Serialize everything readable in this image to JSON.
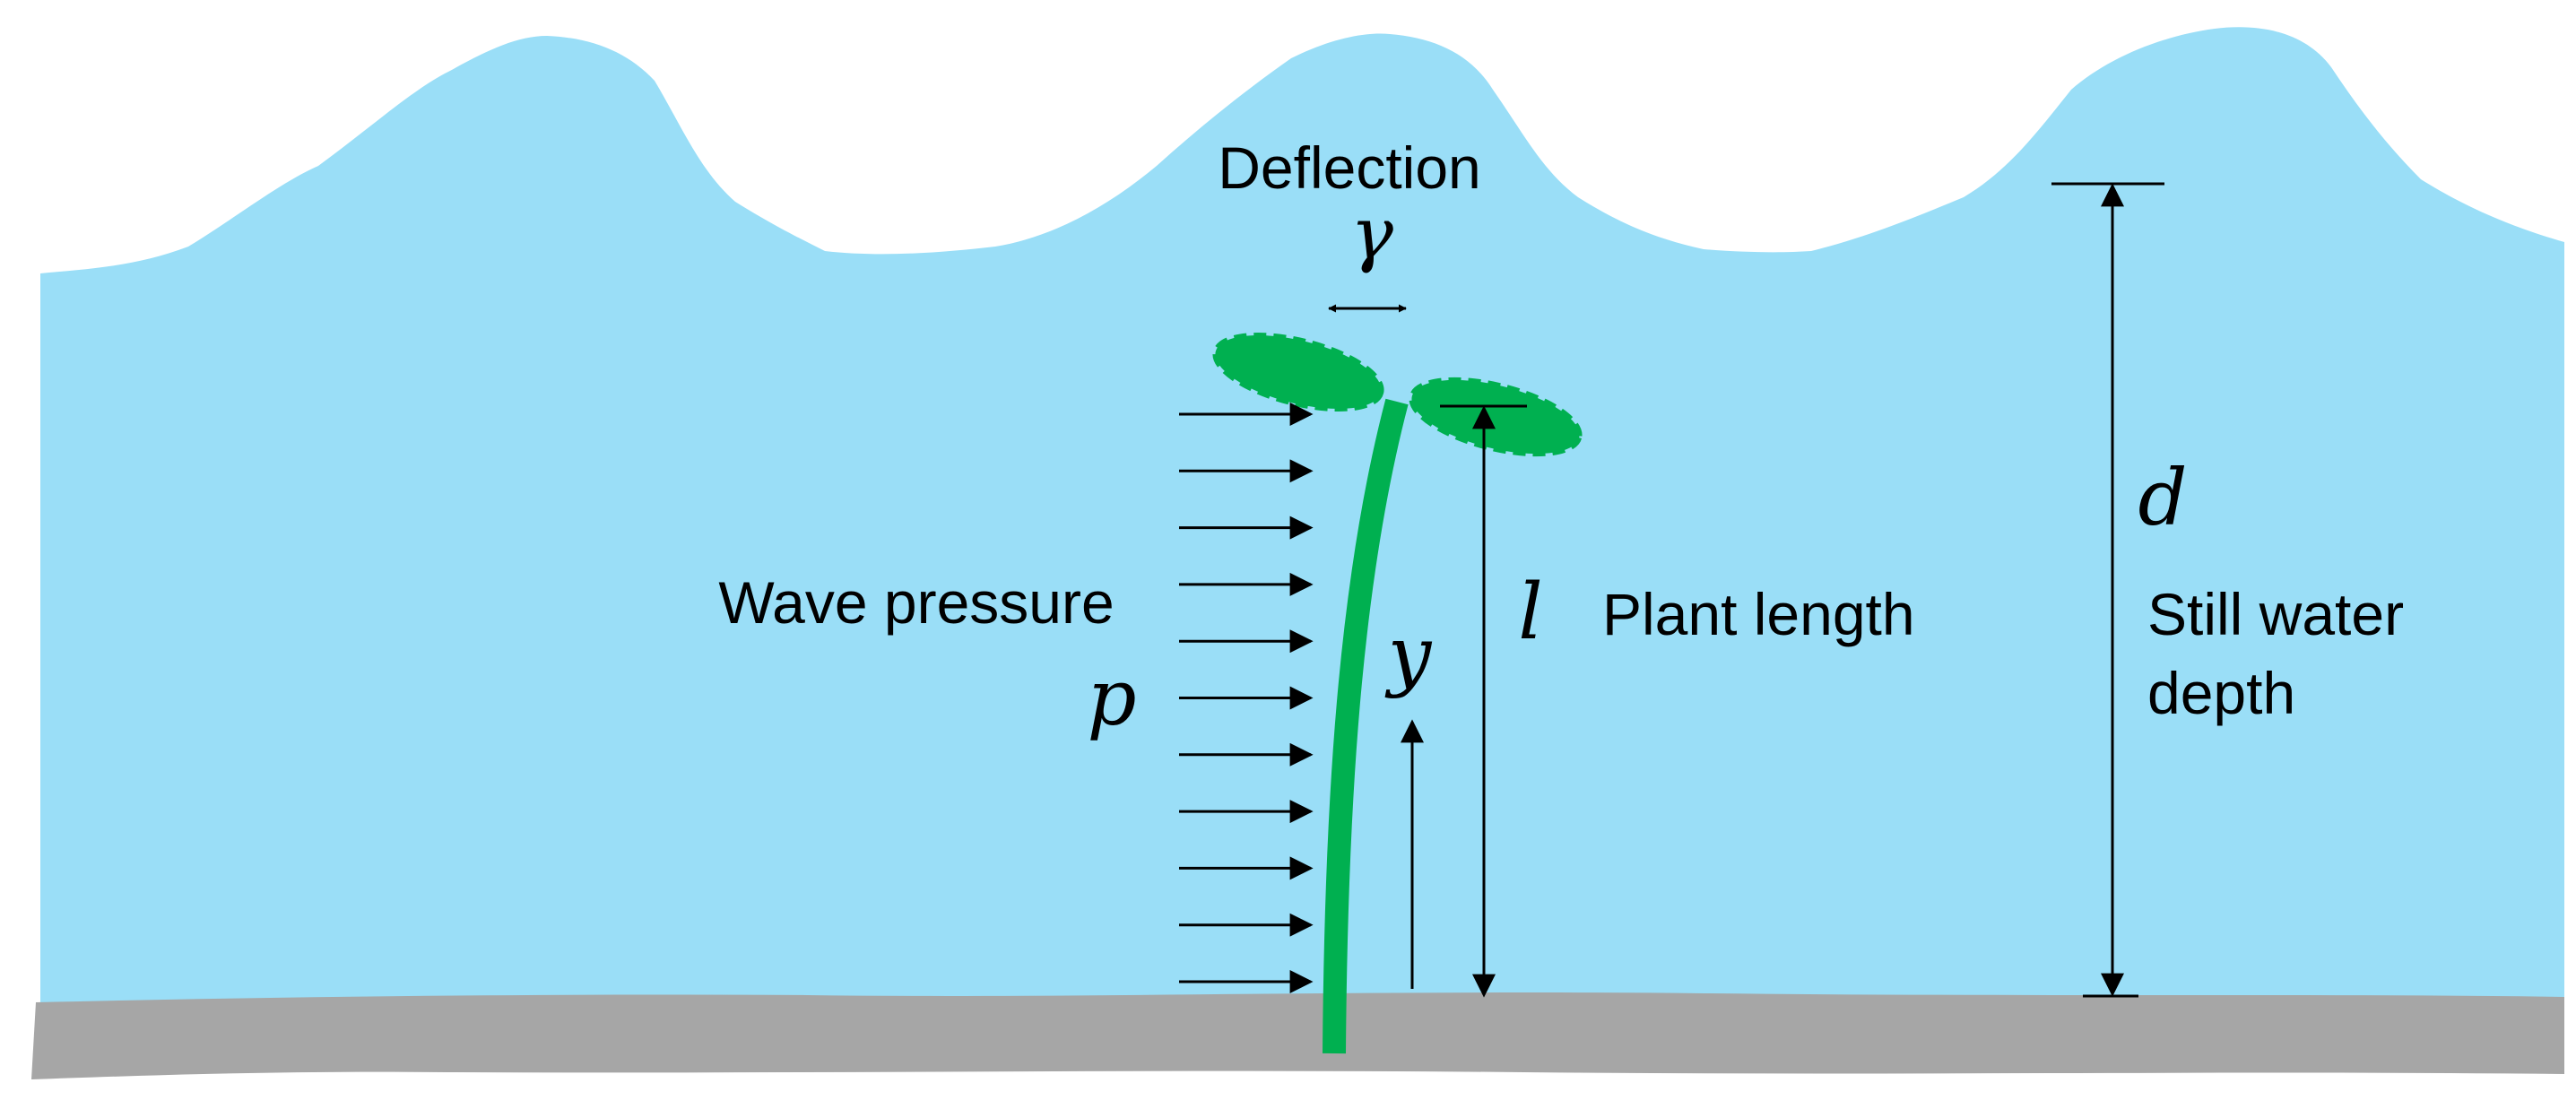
{
  "colors": {
    "water": "#9ADEF7",
    "seabed": "#A6A6A6",
    "plant": "#00B050",
    "arrow": "#000000"
  },
  "labels": {
    "deflection": "Deflection",
    "deflection_symbol": "γ",
    "wave_pressure": "Wave pressure",
    "pressure_symbol": "p",
    "height_symbol": "y",
    "length_symbol": "l",
    "plant_length": "Plant length",
    "depth_symbol": "d",
    "still_water_line1": "Still water",
    "still_water_line2": "depth"
  },
  "pressure_arrow_count": 11
}
